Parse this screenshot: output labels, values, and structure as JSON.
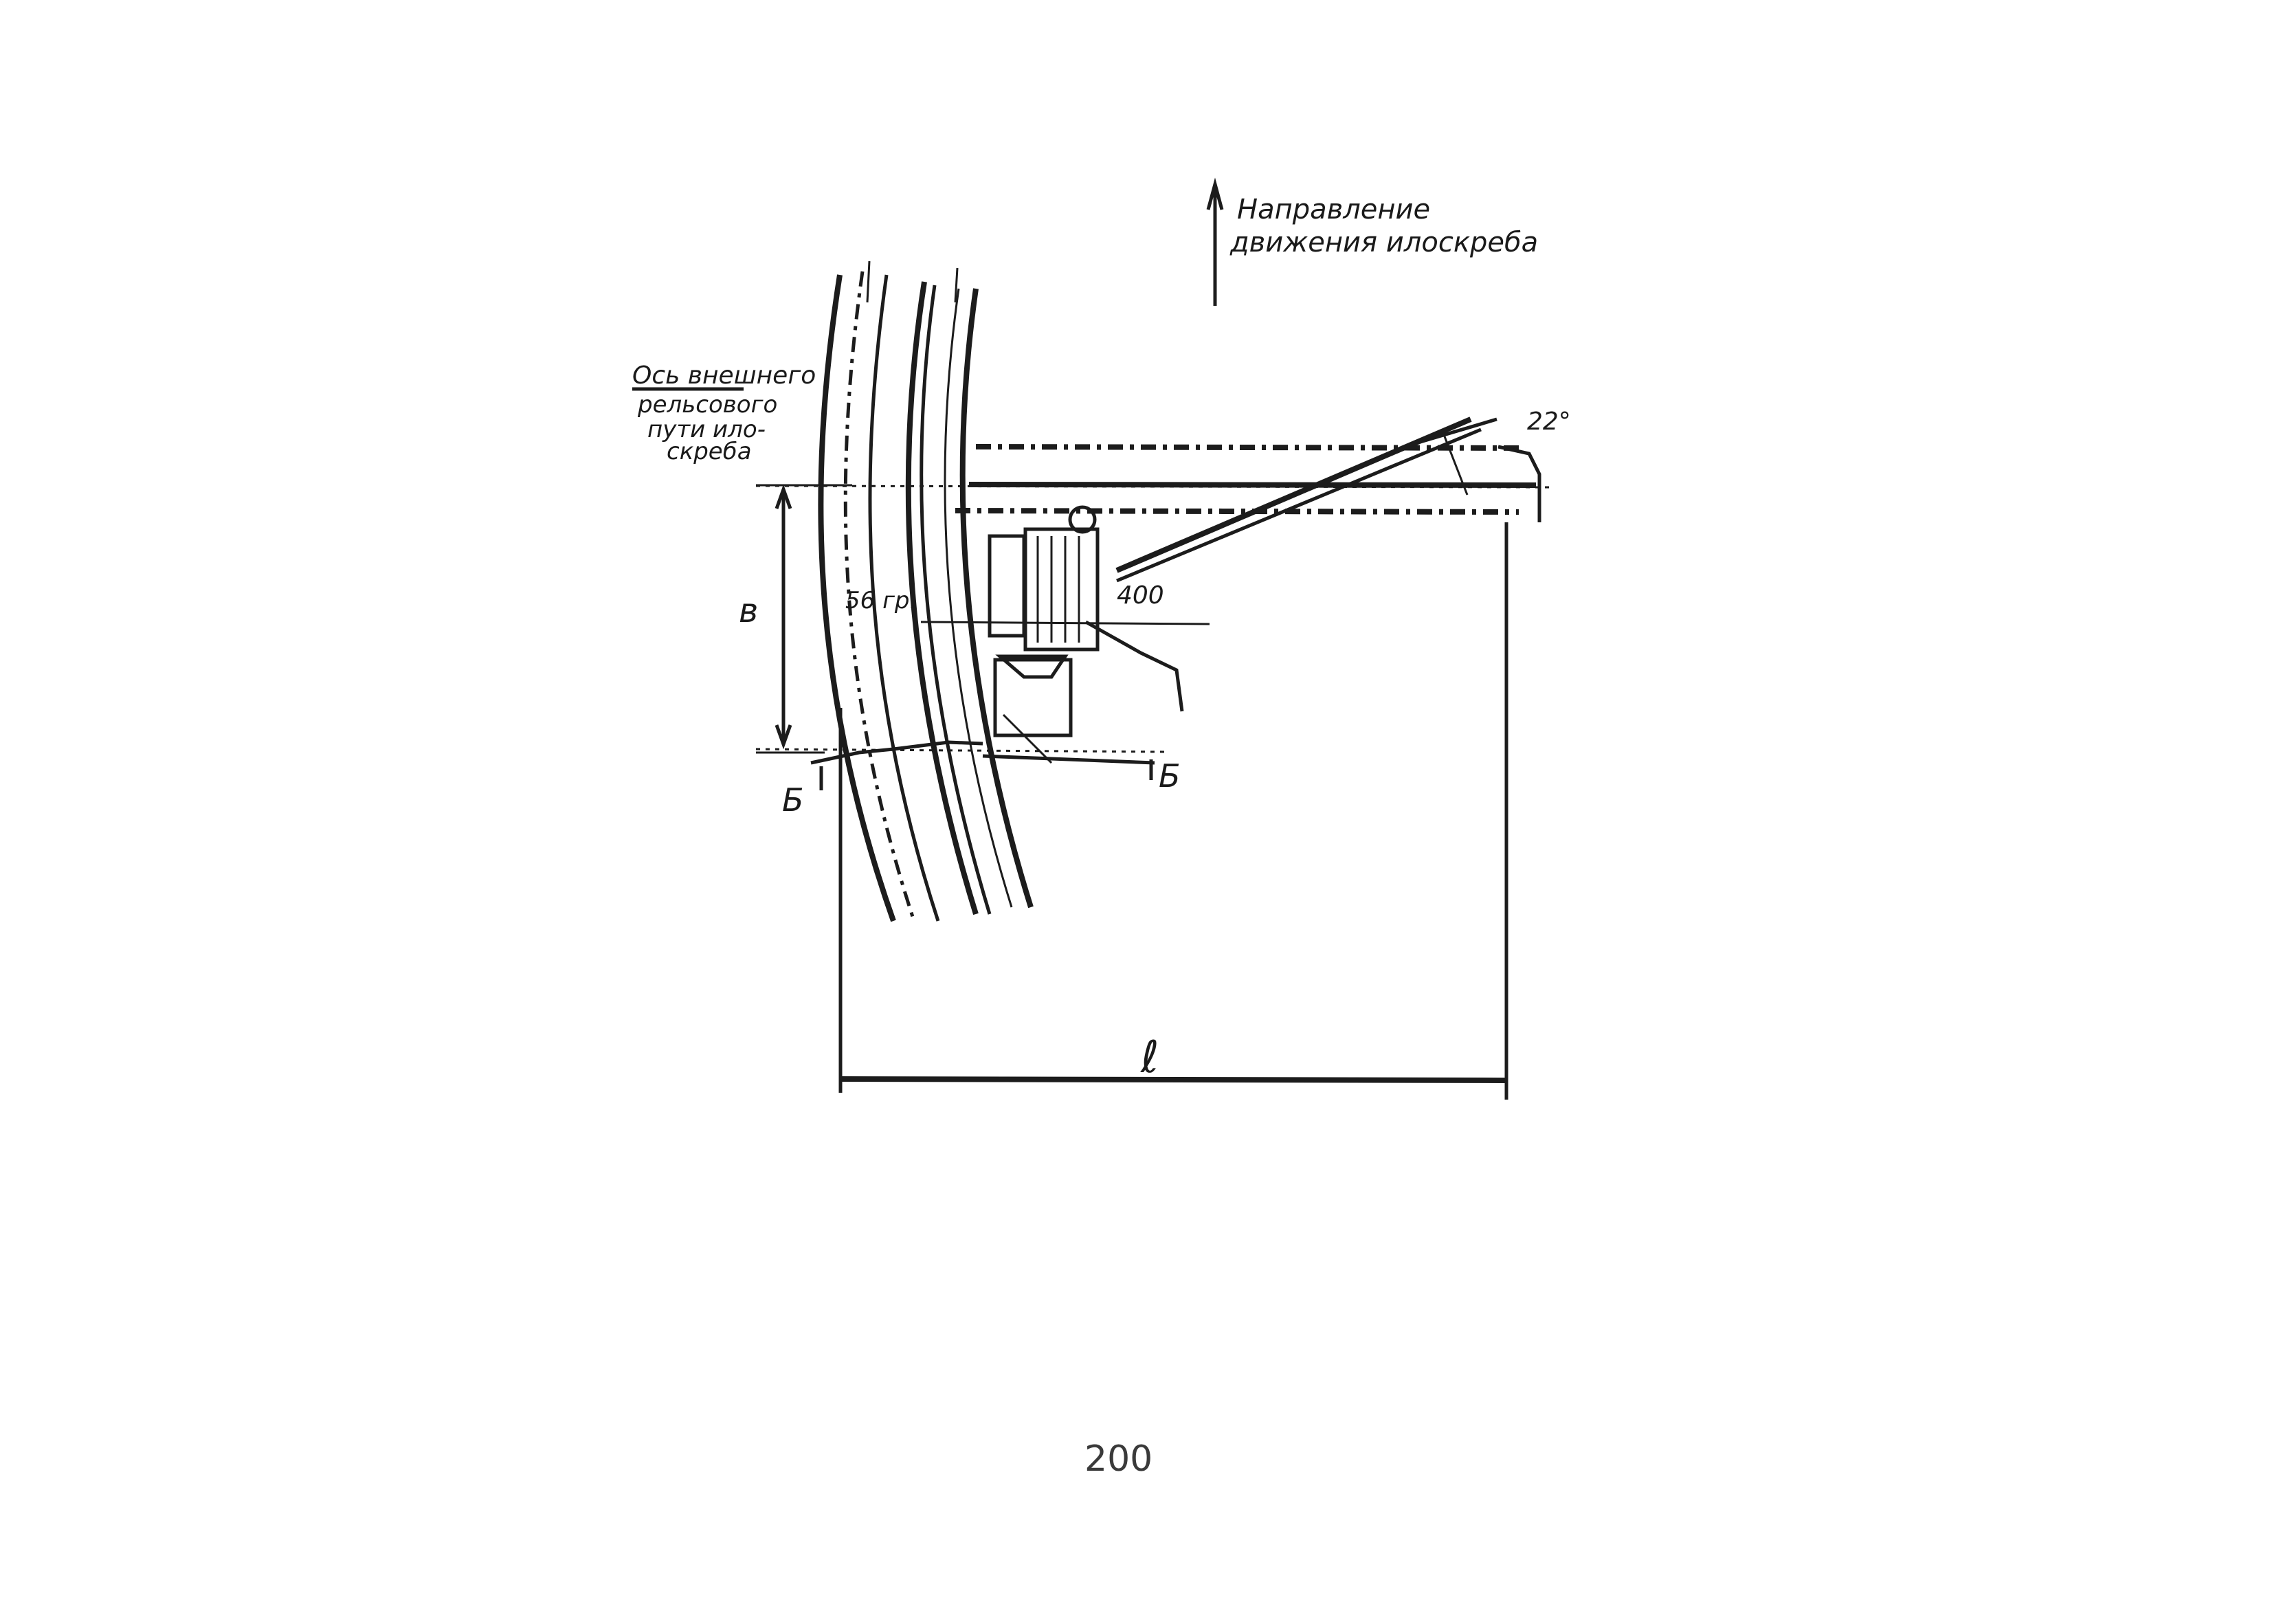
{
  "annotations": {
    "direction_line1": "Направление",
    "direction_line2": "движения илоскреба",
    "axis_line1": "Ось внешнего",
    "axis_line2": "рельсового",
    "axis_line3": "пути ило-",
    "axis_line4": "скреба",
    "angle": "22°",
    "dim_b": "в",
    "dim_l": "ℓ",
    "dim_56": "56 гр.",
    "dim_400": "400",
    "section_left": "Б",
    "section_right": "Б"
  },
  "page_number": "200"
}
